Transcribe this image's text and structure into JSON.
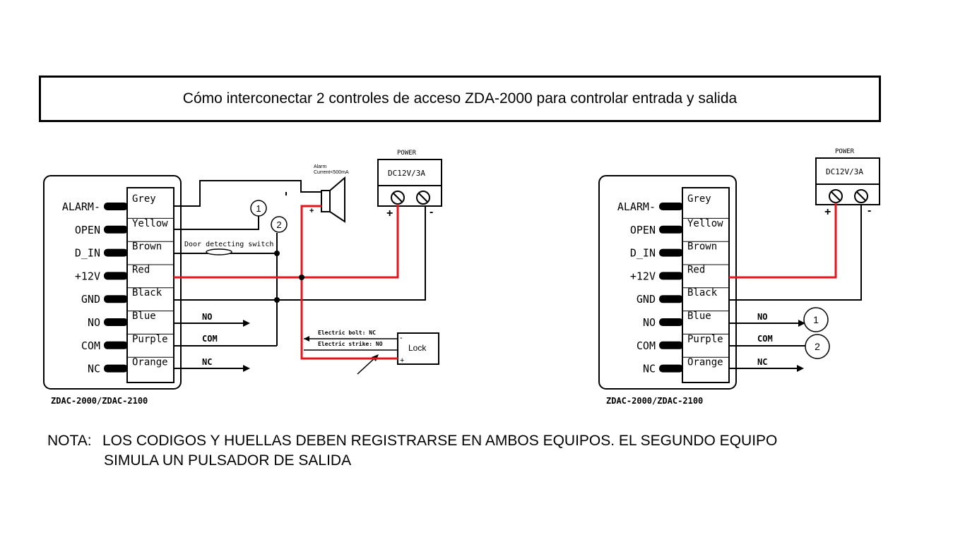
{
  "title": "Cómo interconectar 2 controles de acceso ZDA-2000 para controlar entrada y salida",
  "left_unit": {
    "terminals": [
      "ALARM-",
      "OPEN",
      "D_IN",
      "+12V",
      "GND",
      "NO",
      "COM",
      "NC"
    ],
    "wires": [
      "Grey",
      "Yellow",
      "Brown",
      "Red",
      "Black",
      "Blue",
      "Purple",
      "Orange"
    ],
    "model": "ZDAC-2000/ZDAC-2100",
    "door_switch": "Door detecting switch",
    "out_no": "NO",
    "out_com": "COM",
    "out_nc": "NC",
    "alarm_label_1": "Alarm",
    "alarm_label_2": "Current<500mA",
    "power_title": "POWER",
    "power_rating": "DC12V/3A",
    "power_plus": "+",
    "power_minus": "-",
    "bolt_label": "Electric bolt: NC",
    "strike_label": "Electric strike: NO",
    "lock_label": "Lock",
    "lock_minus": "-",
    "lock_plus": "+",
    "marker_1": "1",
    "marker_2": "2"
  },
  "right_unit": {
    "terminals": [
      "ALARM-",
      "OPEN",
      "D_IN",
      "+12V",
      "GND",
      "NO",
      "COM",
      "NC"
    ],
    "wires": [
      "Grey",
      "Yellow",
      "Brown",
      "Red",
      "Black",
      "Blue",
      "Purple",
      "Orange"
    ],
    "model": "ZDAC-2000/ZDAC-2100",
    "out_no": "NO",
    "out_com": "COM",
    "out_nc": "NC",
    "power_title": "POWER",
    "power_rating": "DC12V/3A",
    "power_plus": "+",
    "power_minus": "-",
    "marker_1": "1",
    "marker_2": "2"
  },
  "note": {
    "label": "NOTA:",
    "line1": "LOS CODIGOS Y HUELLAS DEBEN REGISTRARSE EN AMBOS EQUIPOS. EL SEGUNDO EQUIPO",
    "line2": "SIMULA UN PULSADOR DE SALIDA"
  },
  "colors": {
    "power_wire": "#e8141c",
    "line": "#000000"
  }
}
